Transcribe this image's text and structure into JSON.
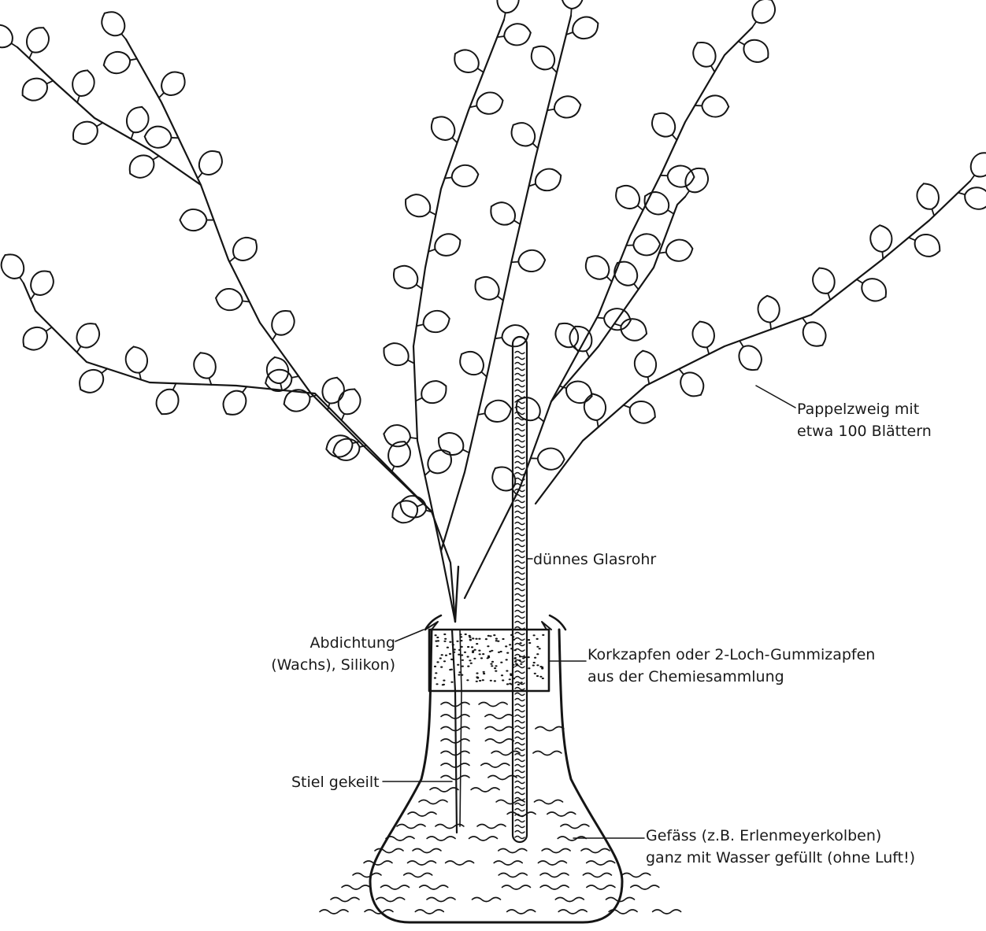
{
  "labels": {
    "pappelzweig": {
      "line1": "Pappelzweig mit",
      "line2": "etwa 100 Blättern"
    },
    "glasrohr": {
      "line1": "dünnes Glasrohr"
    },
    "abdichtung": {
      "line1": "Abdichtung",
      "line2": "(Wachs), Silikon)"
    },
    "korkzapfen": {
      "line1": "Korkzapfen oder 2-Loch-Gummizapfen",
      "line2": "aus der Chemiesammlung"
    },
    "stiel": {
      "line1": "Stiel gekeilt"
    },
    "gefaess": {
      "line1": "Gefäss (z.B. Erlenmeyerkolben)",
      "line2": "ganz mit Wasser gefüllt (ohne Luft!)"
    }
  },
  "icons": [
    "poplar-branch-icon",
    "glass-tube-icon",
    "cork-stopper-icon",
    "erlenmeyer-flask-icon"
  ],
  "colors": {
    "ink": "#151515",
    "paper": "#ffffff"
  }
}
